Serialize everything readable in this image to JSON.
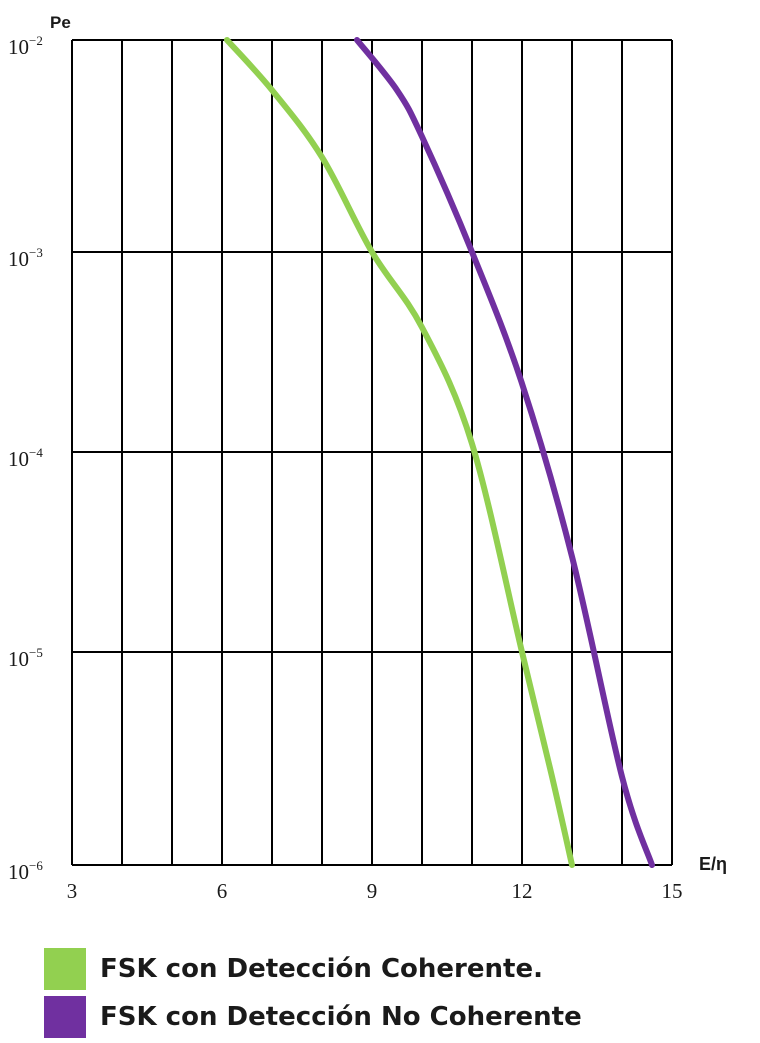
{
  "chart_data": {
    "type": "line",
    "ylabel": "Pe",
    "xlabel": "E/η",
    "xlim": [
      3,
      15
    ],
    "ylim": [
      1e-06,
      0.01
    ],
    "yscale": "log",
    "x_ticks": [
      "3",
      "6",
      "9",
      "12",
      "15"
    ],
    "x_tick_values": [
      3,
      6,
      9,
      12,
      15
    ],
    "y_ticks": [
      {
        "value": 0.01,
        "base": "10",
        "exp": "−2"
      },
      {
        "value": 0.001,
        "base": "10",
        "exp": "−3"
      },
      {
        "value": 0.0001,
        "base": "10",
        "exp": "−4"
      },
      {
        "value": 1e-05,
        "base": "10",
        "exp": "−5"
      },
      {
        "value": 1e-06,
        "base": "10",
        "exp": "−6"
      }
    ],
    "grid": true,
    "series": [
      {
        "name": "FSK con Detección Coherente.",
        "color": "#92d050",
        "x": [
          6.1,
          7.0,
          8.0,
          9.0,
          10.0,
          11.0,
          12.0,
          12.6,
          13.0
        ],
        "y": [
          0.01,
          0.0058,
          0.0028,
          0.001,
          0.00042,
          0.00011,
          1e-05,
          2.6e-06,
          1e-06
        ]
      },
      {
        "name": "FSK con Detección No Coherente",
        "color": "#7030a0",
        "x": [
          8.7,
          9.5,
          10.0,
          11.0,
          12.0,
          13.0,
          14.0,
          14.6
        ],
        "y": [
          0.01,
          0.0058,
          0.0035,
          0.001,
          0.00022,
          3e-05,
          2.6e-06,
          1e-06
        ]
      }
    ]
  }
}
